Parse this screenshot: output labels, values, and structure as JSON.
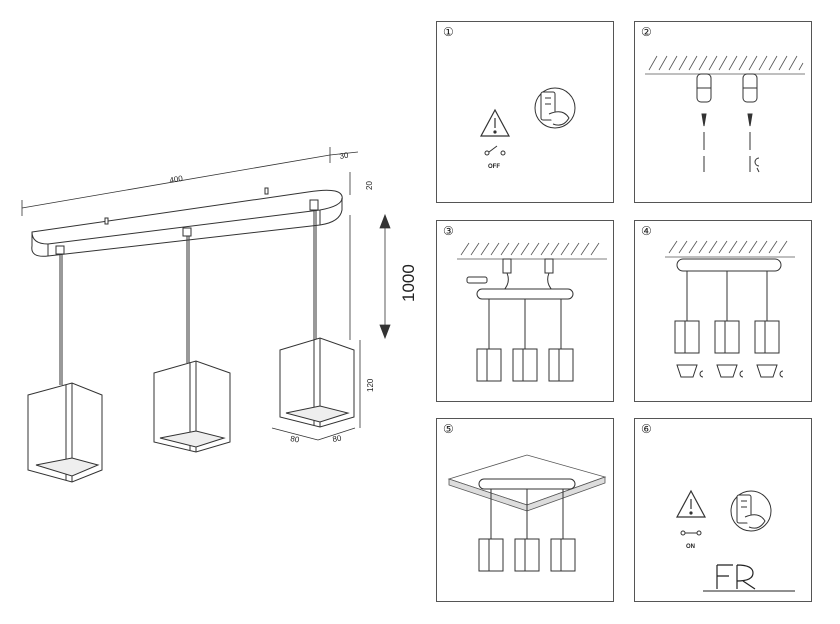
{
  "dimensions": {
    "length": "400",
    "depth": "30",
    "height_canopy": "20",
    "drop": "1000",
    "shade_height": "120",
    "shade_width_a": "80",
    "shade_width_b": "80"
  },
  "steps": [
    {
      "number": "①",
      "switch_label": "OFF"
    },
    {
      "number": "②"
    },
    {
      "number": "③"
    },
    {
      "number": "④"
    },
    {
      "number": "⑤"
    },
    {
      "number": "⑥",
      "switch_label": "ON"
    }
  ],
  "brand": {
    "logo_text": "FR"
  }
}
